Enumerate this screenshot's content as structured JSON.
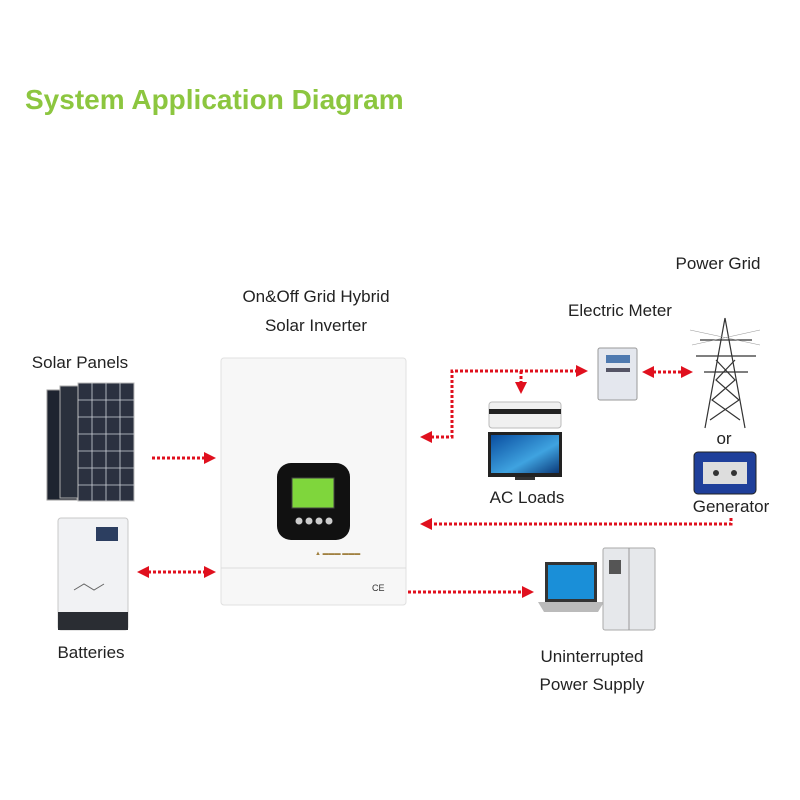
{
  "title": "System Application Diagram",
  "colors": {
    "title": "#8cc63f",
    "arrow": "#e0101e"
  },
  "labels": {
    "power_grid": "Power Grid",
    "inverter_line1": "On&Off Grid Hybrid",
    "inverter_line2": "Solar Inverter",
    "electric_meter": "Electric Meter",
    "solar_panels": "Solar Panels",
    "or": "or",
    "ac_loads": "AC Loads",
    "generator": "Generator",
    "batteries": "Batteries",
    "ups_line1": "Uninterrupted",
    "ups_line2": "Power Supply"
  },
  "inverter_marks": "CE"
}
